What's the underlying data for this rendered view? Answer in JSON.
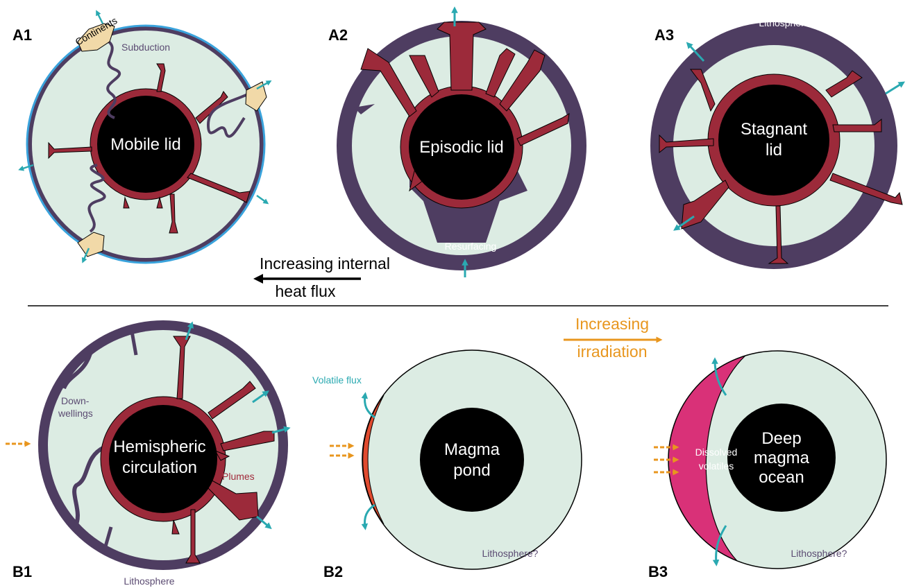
{
  "colors": {
    "mantle": "#dcece3",
    "lithosphere": "#4e3d61",
    "plume": "#9c2a3a",
    "core": "#000000",
    "continent": "#f1d9a8",
    "ocean_line": "#3aa3dc",
    "arrow_teal": "#2aa9b1",
    "irradiation": "#e8961e",
    "magma_pond": "#e04b2f",
    "magma_ocean": "#d93178",
    "label_purple": "#5b4b72",
    "label_red": "#a12a3a"
  },
  "icons": [
    "teal-flux-arrow-icon",
    "orange-dashed-arrow-icon",
    "black-arrow-icon"
  ],
  "panels": {
    "a1": {
      "label": "A1",
      "core": "Mobile lid",
      "subduction": "Subduction",
      "continents": "Continents"
    },
    "a2": {
      "label": "A2",
      "core": "Episodic lid",
      "resurfacing": "Resurfacing"
    },
    "a3": {
      "label": "A3",
      "core_line1": "Stagnant",
      "core_line2": "lid",
      "lithosphere": "Lithosphere"
    },
    "b1": {
      "label": "B1",
      "core_line1": "Hemispheric",
      "core_line2": "circulation",
      "downwellings_line1": "Down-",
      "downwellings_line2": "wellings",
      "plumes": "Plumes",
      "lithosphere": "Lithosphere"
    },
    "b2": {
      "label": "B2",
      "core_line1": "Magma",
      "core_line2": "pond",
      "volatile_flux": "Volatile flux",
      "lithosphere": "Lithosphere?"
    },
    "b3": {
      "label": "B3",
      "core_line1": "Deep",
      "core_line2": "magma",
      "core_line3": "ocean",
      "dissolved_line1": "Dissolved",
      "dissolved_line2": "volatiles",
      "lithosphere": "Lithosphere?"
    }
  },
  "arrows": {
    "heat_line1": "Increasing internal",
    "heat_line2": "heat flux",
    "irradiation_line1": "Increasing",
    "irradiation_line2": "irradiation"
  }
}
